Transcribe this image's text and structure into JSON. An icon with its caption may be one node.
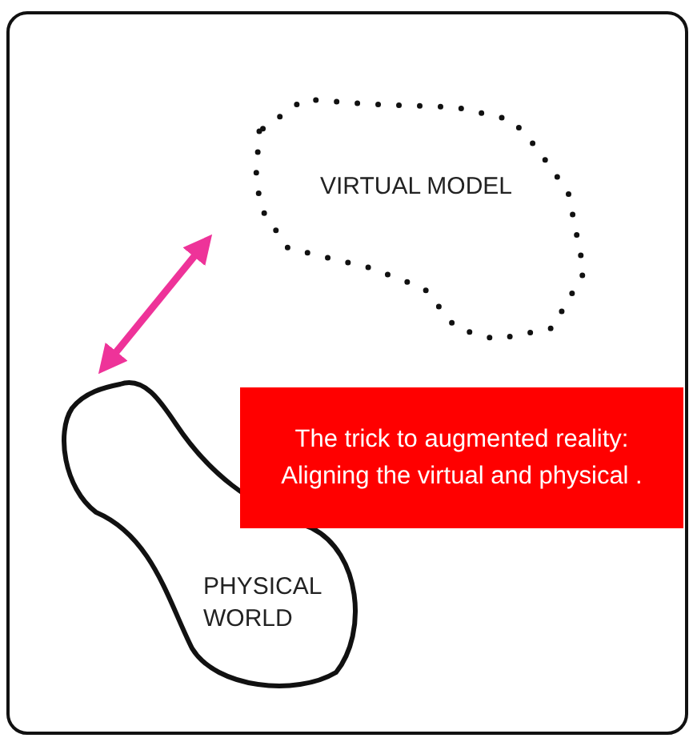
{
  "diagram": {
    "nodes": [
      {
        "text": [
          "VIRTUAL MODEL"
        ]
      },
      {
        "text": [
          "PHYSICAL WORLD"
        ]
      },
      {
        "text": [
          "The trick to augmented reality: Aligning the virtual and physical ."
        ]
      }
    ],
    "edges": [
      {
        "from": 0,
        "to": 1,
        "arrow": "both",
        "color": "#ee3399"
      }
    ]
  }
}
